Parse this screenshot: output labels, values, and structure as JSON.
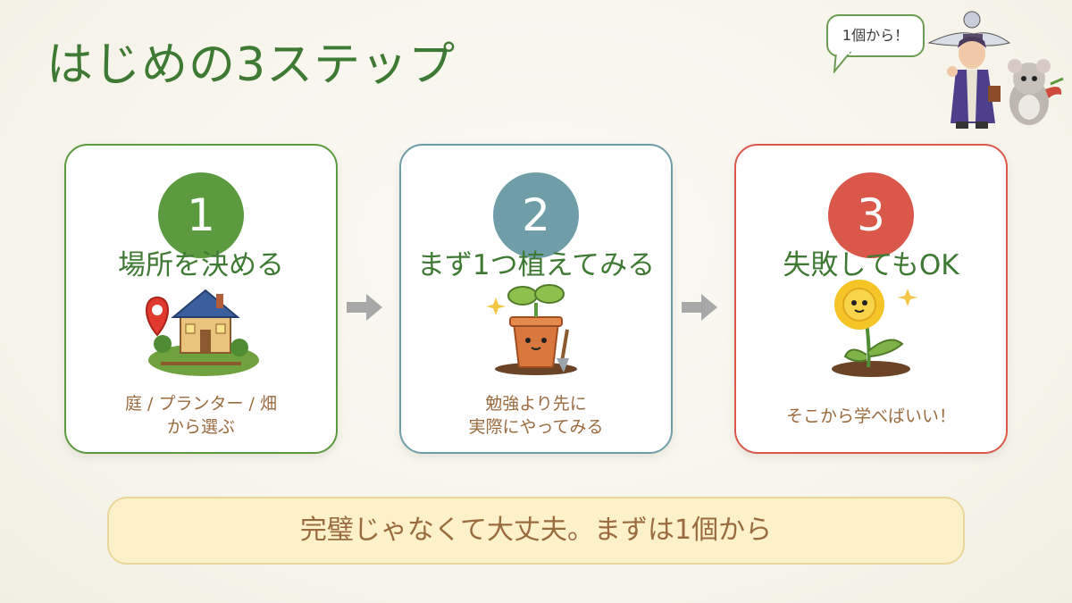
{
  "title": "はじめの3ステップ",
  "bubble": "1個から！",
  "steps": [
    {
      "number": "1",
      "heading": "場所を決める",
      "lines": [
        "庭 / プランター / 畑",
        "から選ぶ"
      ],
      "color": "#5b9a3e",
      "text_color": "#3f7a35",
      "icon": "house-map-pin-icon"
    },
    {
      "number": "2",
      "heading": "まず1つ植えてみる",
      "lines": [
        "勉強より先に",
        "実際にやってみる"
      ],
      "color": "#6f9ea8",
      "text_color": "#3f7a35",
      "icon": "seedling-pot-icon"
    },
    {
      "number": "3",
      "heading": "失敗してもOK",
      "lines": [
        "そこから学べばいい！"
      ],
      "color": "#d9584a",
      "text_color": "#3f7a35",
      "icon": "sunflower-icon"
    }
  ],
  "banner": "完璧じゃなくて大丈夫。まずは1個から",
  "colors": {
    "accent": "#3f7a35",
    "arrow": "#a8a8a8",
    "banner_bg": "#fdf1c9",
    "desc": "#9a6b3f"
  }
}
